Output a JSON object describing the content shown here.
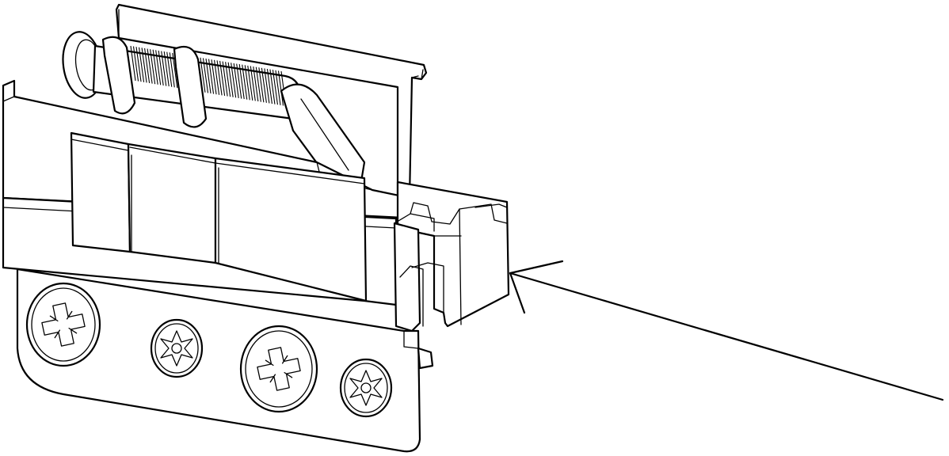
{
  "figure": {
    "kind": "technical line drawing",
    "background": "#ffffff",
    "stroke": "#000000",
    "parts": [
      "back-plate",
      "spring-bolt-upper",
      "spring-bolt-lower",
      "front-rail",
      "slide-block",
      "mounting-flange",
      "screw-heads",
      "end-clip",
      "leader-arrow"
    ],
    "icons": [
      "pozidriv-screw-icon",
      "torx-screw-icon"
    ]
  }
}
